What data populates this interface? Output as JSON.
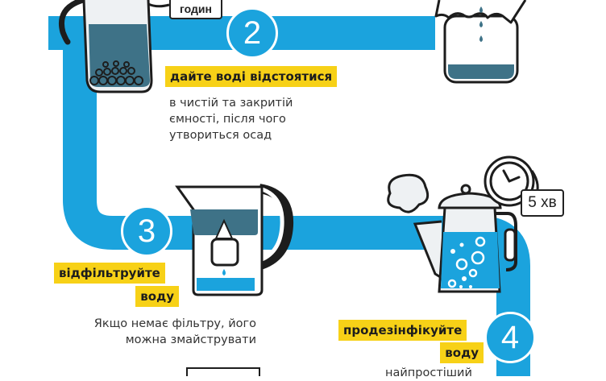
{
  "steps": [
    {
      "number": "2",
      "title": "дайте воді відстоятися",
      "desc": [
        "в чистій та закритій",
        "ємності, після чого",
        "утвориться осад"
      ]
    },
    {
      "number": "3",
      "title": [
        "відфільтруйте",
        "воду"
      ],
      "desc": [
        "Якщо немає фільтру, його",
        "можна змайструвати"
      ]
    },
    {
      "number": "4",
      "title": [
        "продезінфікуйте",
        "воду"
      ],
      "desc": [
        "найпростіший"
      ]
    }
  ],
  "badges": {
    "hours": "годин",
    "minutes": "5 хв"
  },
  "colors": {
    "pipe": "#1ba3dd",
    "highlight": "#f7d117",
    "water_dark": "#3e7287",
    "water_light": "#1ba3dd"
  }
}
